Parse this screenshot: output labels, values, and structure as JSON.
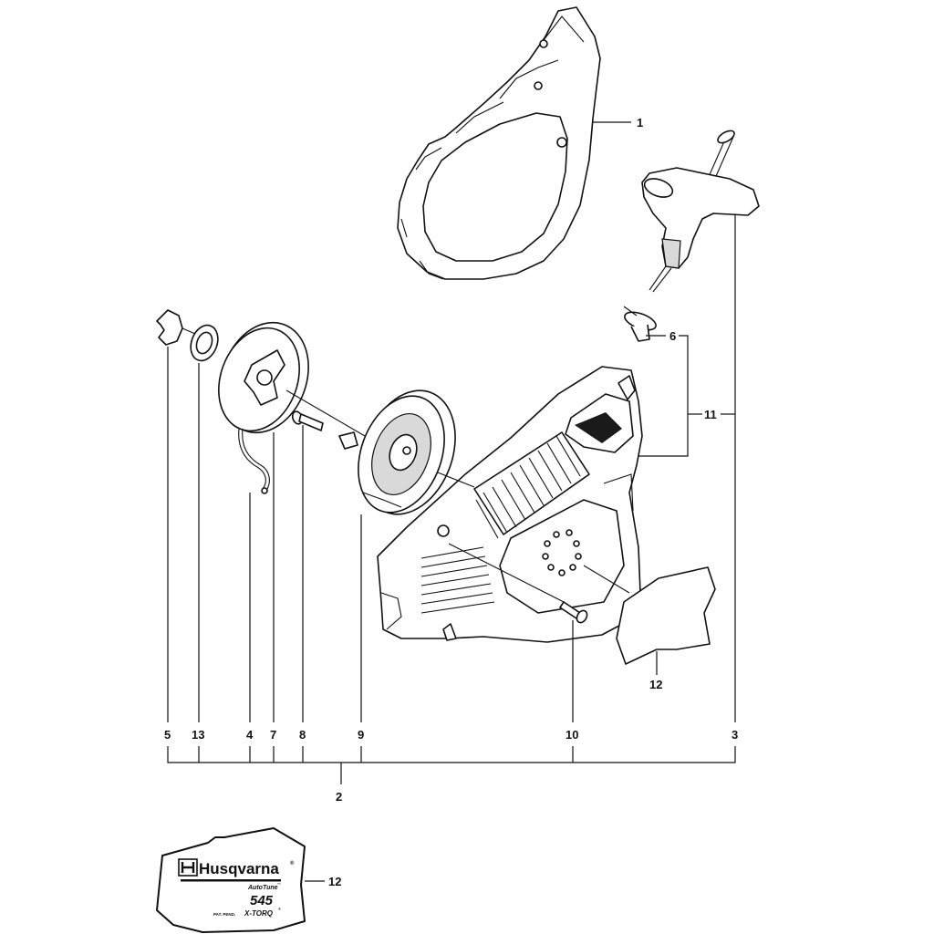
{
  "callouts": {
    "p1": "1",
    "p2": "2",
    "p3": "3",
    "p4": "4",
    "p5": "5",
    "p6": "6",
    "p7": "7",
    "p8": "8",
    "p9": "9",
    "p10": "10",
    "p11": "11",
    "p12_upper": "12",
    "p12_decal": "12",
    "p13": "13"
  },
  "decal": {
    "brand": "Husqvarna",
    "registered_mark": "®",
    "system": "AutoTune",
    "tm_mark": "™",
    "model": "545",
    "pat_note": "PAT. PEND.",
    "engine": "X-TORQ",
    "engine_mark": "®"
  }
}
